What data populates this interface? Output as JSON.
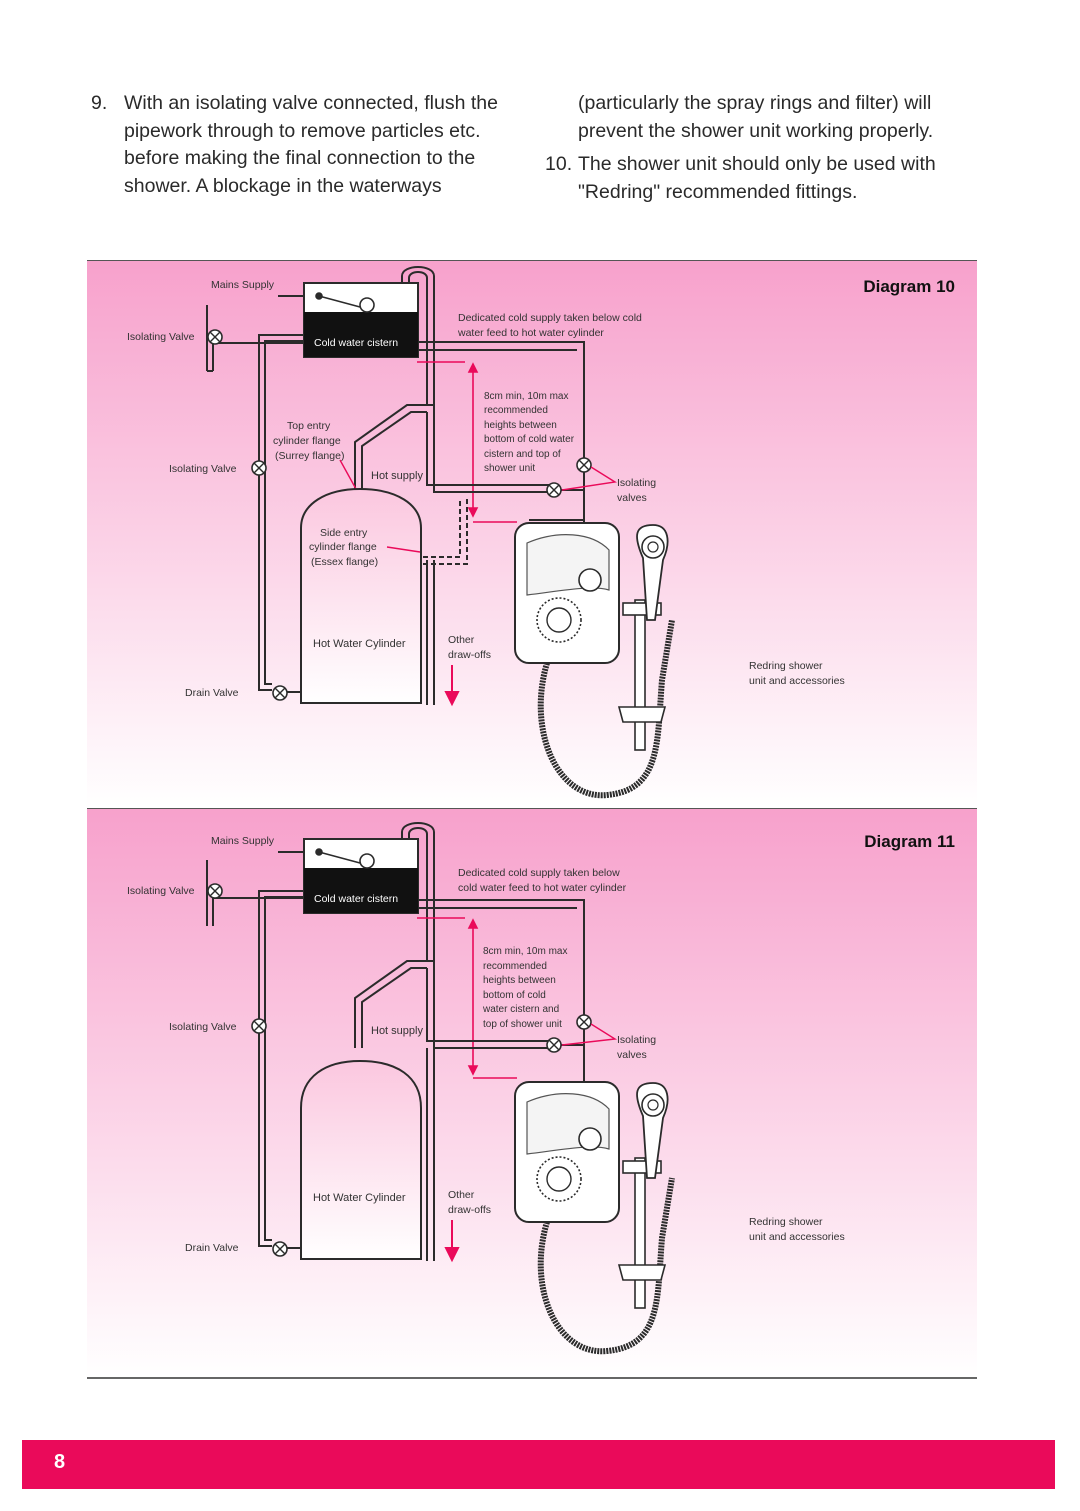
{
  "instructions": {
    "step9_num": "9.",
    "step9_text": "With an isolating valve connected, flush the pipework through to remove particles etc. before making the final connection to the shower. A blockage in the waterways",
    "step9_cont": "(particularly the spray rings and filter) will prevent the shower unit working properly.",
    "step10_num": "10.",
    "step10_text": "The shower unit should only be used with \"Redring\" recommended fittings."
  },
  "colors": {
    "panel_top": "#f7a1cc",
    "panel_bottom": "#ffffff",
    "accent": "#ea0a5a",
    "pipe": "#2b2b2b"
  },
  "diagram10": {
    "title": "Diagram 10",
    "mains_supply": "Mains Supply",
    "isolating_valve_top": "Isolating Valve",
    "cold_water_cistern": "Cold water cistern",
    "dedicated_supply": [
      "Dedicated cold supply taken below cold",
      "water feed to hot water cylinder"
    ],
    "heights_note": [
      "8cm min, 10m max",
      "recommended",
      "heights between",
      "bottom of cold water",
      "cistern and top of",
      "shower unit"
    ],
    "top_entry": [
      "Top entry",
      "cylinder flange",
      "(Surrey flange)"
    ],
    "isolating_valve_mid": "Isolating Valve",
    "hot_supply": "Hot supply",
    "isolating_valves": [
      "Isolating",
      "valves"
    ],
    "side_entry": [
      "Side entry",
      "cylinder flange",
      "(Essex flange)"
    ],
    "hot_water_cylinder": "Hot Water Cylinder",
    "other_drawoffs": [
      "Other",
      "draw-offs"
    ],
    "redring_shower": [
      "Redring shower",
      "unit and accessories"
    ],
    "drain_valve": "Drain Valve"
  },
  "diagram11": {
    "title": "Diagram 11",
    "mains_supply": "Mains Supply",
    "isolating_valve_top": "Isolating Valve",
    "cold_water_cistern": "Cold water cistern",
    "dedicated_supply": [
      "Dedicated cold supply taken below",
      "cold water feed to hot water cylinder"
    ],
    "heights_note": [
      "8cm min, 10m max",
      "recommended",
      "heights between",
      "bottom of cold",
      "water cistern and",
      "top of shower unit"
    ],
    "isolating_valve_mid": "Isolating Valve",
    "hot_supply": "Hot supply",
    "isolating_valves": [
      "Isolating",
      "valves"
    ],
    "hot_water_cylinder": "Hot Water Cylinder",
    "other_drawoffs": [
      "Other",
      "draw-offs"
    ],
    "redring_shower": [
      "Redring shower",
      "unit and accessories"
    ],
    "drain_valve": "Drain Valve"
  },
  "footer": {
    "page_number": "8"
  }
}
